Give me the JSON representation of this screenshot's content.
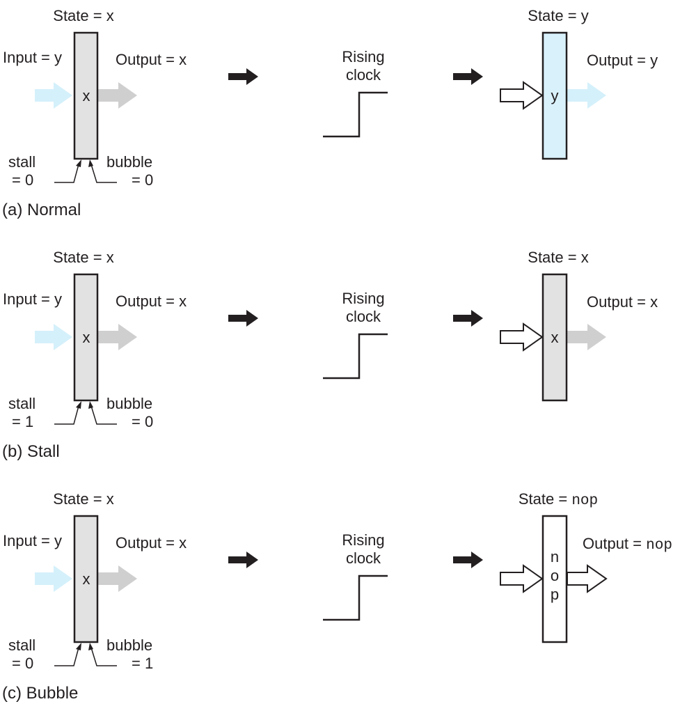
{
  "colors": {
    "stroke": "#231f20",
    "register_fill": "#e2e2e2",
    "register_fill_loaded": "#d9f1fb",
    "input_arrow": "#d4f0fb",
    "output_arrow": "#cfcfcf",
    "hollow_arrow": "#ffffff"
  },
  "icons": {
    "transition": "black-right-arrow-icon",
    "input": "light-blue-block-arrow-icon",
    "output": "gray-block-arrow-icon",
    "clock": "rising-edge-waveform-icon"
  },
  "clock_label": [
    "Rising",
    "clock"
  ],
  "panels": [
    {
      "id": "normal",
      "caption": "(a) Normal",
      "before": {
        "state_label": "State = x",
        "input_label": "Input = y",
        "output_label": "Output = x",
        "content": [
          "x"
        ],
        "stall_label": [
          "stall",
          "= 0"
        ],
        "bubble_label": [
          "bubble",
          "= 0"
        ]
      },
      "after": {
        "state_prefix": "State = ",
        "state_value": "y",
        "output_prefix": "Output = ",
        "output_value": "y",
        "content": [
          "y"
        ],
        "loaded": true,
        "output_style": "blue"
      }
    },
    {
      "id": "stall",
      "caption": "(b) Stall",
      "before": {
        "state_label": "State = x",
        "input_label": "Input = y",
        "output_label": "Output = x",
        "content": [
          "x"
        ],
        "stall_label": [
          "stall",
          "= 1"
        ],
        "bubble_label": [
          "bubble",
          "= 0"
        ]
      },
      "after": {
        "state_prefix": "State = ",
        "state_value": "x",
        "output_prefix": "Output = ",
        "output_value": "x",
        "content": [
          "x"
        ],
        "loaded": false,
        "output_style": "gray"
      }
    },
    {
      "id": "bubble",
      "caption": "(c) Bubble",
      "before": {
        "state_label": "State = x",
        "input_label": "Input = y",
        "output_label": "Output = x",
        "content": [
          "x"
        ],
        "stall_label": [
          "stall",
          "= 0"
        ],
        "bubble_label": [
          "bubble",
          "= 1"
        ]
      },
      "after": {
        "state_prefix": "State = ",
        "state_value": "nop",
        "state_value_mono": true,
        "output_prefix": "Output = ",
        "output_value": "nop",
        "output_value_mono": true,
        "content": [
          "n",
          "o",
          "p"
        ],
        "loaded": false,
        "output_style": "hollow"
      }
    }
  ]
}
